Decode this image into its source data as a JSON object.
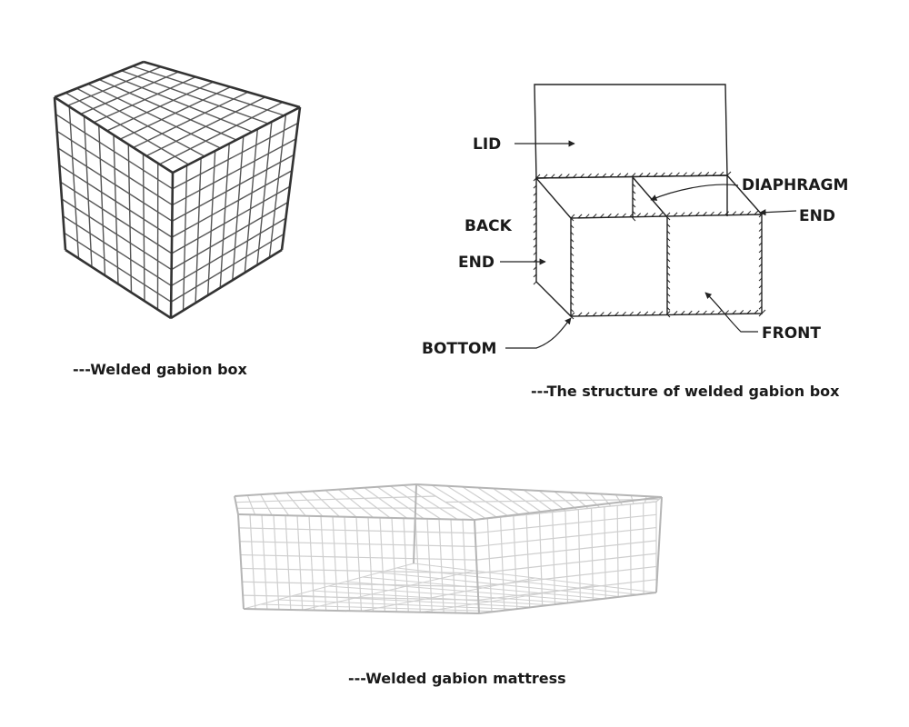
{
  "figures": {
    "gabion_box": {
      "caption": "---Welded gabion box"
    },
    "structure": {
      "caption": "---The structure of welded gabion box",
      "labels": {
        "lid": "LID",
        "diaphragm": "DIAPHRAGM",
        "end_right": "END",
        "back": "BACK",
        "end_left": "END",
        "bottom": "BOTTOM",
        "front": "FRONT"
      }
    },
    "gabion_mattress": {
      "caption": "---Welded gabion mattress"
    }
  },
  "colors": {
    "wire_dark": "#555555",
    "wire_light": "#cfcfcf",
    "line": "#222222"
  }
}
